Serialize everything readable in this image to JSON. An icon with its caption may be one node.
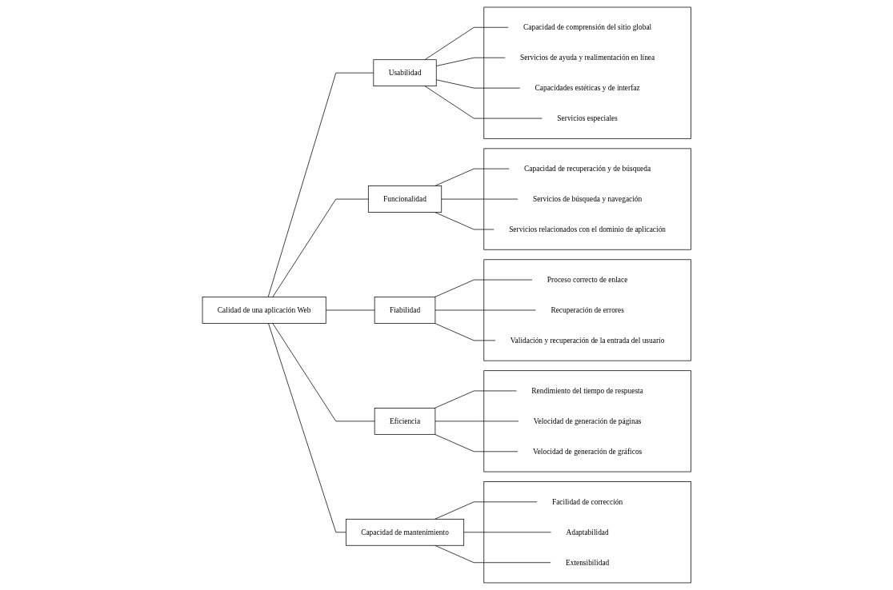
{
  "diagram": {
    "nodes": [
      {
        "text": [
          "Calidad de una aplicación Web"
        ]
      },
      {
        "text": [
          "Usabilidad"
        ]
      },
      {
        "text": [],
        "shape": "box"
      },
      {
        "text": [
          "Capacidad de comprensión del sitio global"
        ],
        "in": 2
      },
      {
        "text": [
          "Servicios de ayuda y realimentación en línea"
        ],
        "in": 2
      },
      {
        "text": [
          "Capacidades estéticas y de interfaz"
        ],
        "in": 2
      },
      {
        "text": [
          "Servicios especiales"
        ],
        "in": 2
      },
      {
        "text": [
          "Funcionalidad"
        ]
      },
      {
        "text": [],
        "shape": "box"
      },
      {
        "text": [
          "Capacidad de recuperación y de búsqueda"
        ],
        "in": 8
      },
      {
        "text": [
          "Servicios de búsqueda y navegación"
        ],
        "in": 8
      },
      {
        "text": [
          "Servicios relacionados con el dominio de aplicación"
        ],
        "in": 8
      },
      {
        "text": [
          "Fiabilidad"
        ]
      },
      {
        "text": [],
        "shape": "box"
      },
      {
        "text": [
          "Proceso correcto de enlace"
        ],
        "in": 13
      },
      {
        "text": [
          "Recuperación de errores"
        ],
        "in": 13
      },
      {
        "text": [
          "Validación y recuperación de la entrada del usuario"
        ],
        "in": 13
      },
      {
        "text": [
          "Eficiencia"
        ]
      },
      {
        "text": [],
        "shape": "box"
      },
      {
        "text": [
          "Rendimiento del tiempo de respuesta"
        ],
        "in": 18
      },
      {
        "text": [
          "Velocidad de generación de páginas"
        ],
        "in": 18
      },
      {
        "text": [
          "Velocidad de generación de gráficos"
        ],
        "in": 18
      },
      {
        "text": [
          "Capacidad de mantenimiento"
        ]
      },
      {
        "text": [],
        "shape": "box"
      },
      {
        "text": [
          "Facilidad de corrección"
        ],
        "in": 23
      },
      {
        "text": [
          "Adaptabilidad"
        ],
        "in": 23
      },
      {
        "text": [
          "Extensibilidad"
        ],
        "in": 23
      }
    ],
    "edges": [
      {
        "from": 0,
        "to": 1,
        "arrow": "none"
      },
      {
        "from": 0,
        "to": 7,
        "arrow": "none"
      },
      {
        "from": 0,
        "to": 12,
        "arrow": "none"
      },
      {
        "from": 0,
        "to": 17,
        "arrow": "none"
      },
      {
        "from": 0,
        "to": 22,
        "arrow": "none"
      },
      {
        "from": 1,
        "to": 3,
        "arrow": "none"
      },
      {
        "from": 1,
        "to": 4,
        "arrow": "none"
      },
      {
        "from": 1,
        "to": 5,
        "arrow": "none"
      },
      {
        "from": 1,
        "to": 6,
        "arrow": "none"
      },
      {
        "from": 7,
        "to": 9,
        "arrow": "none"
      },
      {
        "from": 7,
        "to": 10,
        "arrow": "none"
      },
      {
        "from": 7,
        "to": 11,
        "arrow": "none"
      },
      {
        "from": 12,
        "to": 14,
        "arrow": "none"
      },
      {
        "from": 12,
        "to": 15,
        "arrow": "none"
      },
      {
        "from": 12,
        "to": 16,
        "arrow": "none"
      },
      {
        "from": 17,
        "to": 19,
        "arrow": "none"
      },
      {
        "from": 17,
        "to": 20,
        "arrow": "none"
      },
      {
        "from": 17,
        "to": 21,
        "arrow": "none"
      },
      {
        "from": 22,
        "to": 24,
        "arrow": "none"
      },
      {
        "from": 22,
        "to": 25,
        "arrow": "none"
      },
      {
        "from": 22,
        "to": 26,
        "arrow": "none"
      }
    ]
  }
}
